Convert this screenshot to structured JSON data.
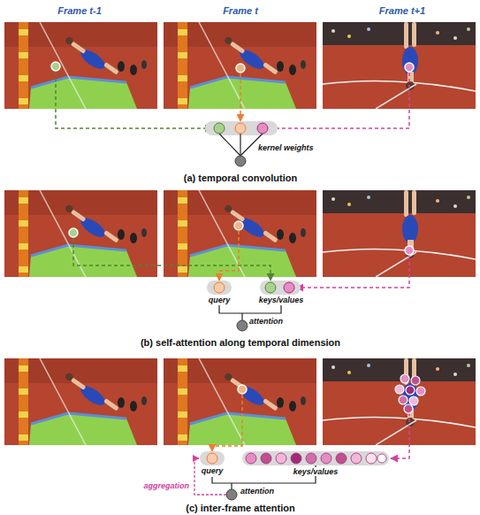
{
  "diagram": {
    "labels": [
      "Frame t-1",
      "Frame t",
      "Frame t+1",
      "kernel weights",
      "(a) temporal convolution",
      "query",
      "keys/values",
      "attention",
      "(b) self-attention along temporal dimension",
      "query",
      "keys/values",
      "attention",
      "aggregation",
      "(c) inter-frame attention"
    ]
  }
}
